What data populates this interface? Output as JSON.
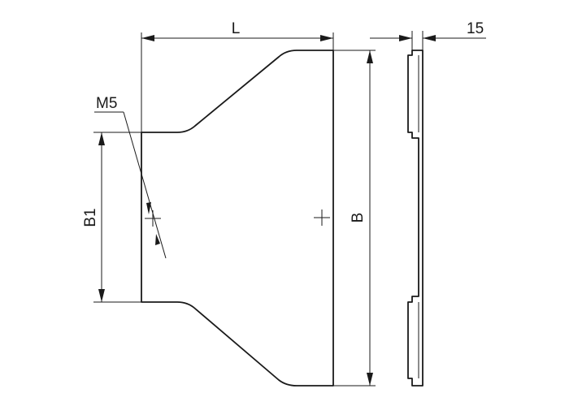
{
  "dimensions": {
    "length": "L",
    "width": "B",
    "inner_width": "B1",
    "thickness": "15",
    "thread": "M5"
  }
}
